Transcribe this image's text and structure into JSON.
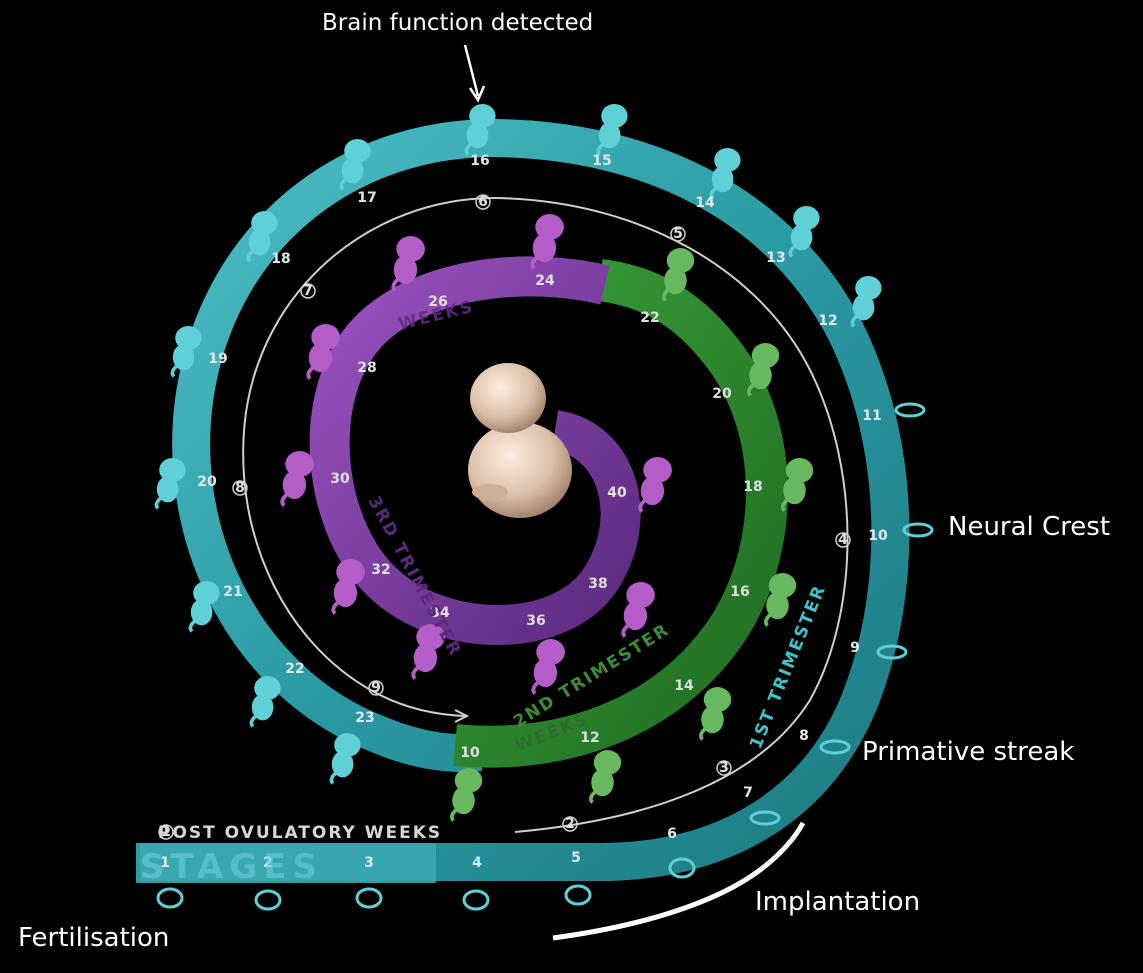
{
  "annotations": {
    "brain_function": "Brain function detected",
    "neural_crest": "Neural Crest",
    "primitive_streak": "Primative streak",
    "implantation": "Implantation",
    "fertilisation": "Fertilisation"
  },
  "labels": {
    "post_ovulatory": "POST OVULATORY WEEKS",
    "stages": "STAGES",
    "first_trimester": "1ST TRIMESTER",
    "second_trimester": "2ND TRIMESTER",
    "third_trimester": "3RD TRIMESTER",
    "weeks_green": "WEEKS",
    "weeks_purple": "WEEKS"
  },
  "stage_numbers": [
    "1",
    "2",
    "3",
    "4",
    "5",
    "6",
    "7",
    "8",
    "9",
    "10",
    "11",
    "12",
    "13",
    "14",
    "15",
    "16",
    "17",
    "18",
    "19",
    "20",
    "21",
    "22",
    "23"
  ],
  "week_markers": [
    "1",
    "2",
    "3",
    "4",
    "5",
    "6",
    "7",
    "8",
    "9"
  ],
  "green_weeks": [
    "10",
    "12",
    "14",
    "16",
    "18",
    "20",
    "22"
  ],
  "purple_weeks": [
    "24",
    "26",
    "28",
    "30",
    "32",
    "34",
    "36",
    "38",
    "40"
  ],
  "colors": {
    "background": "#000000",
    "outer_ring": "#2f9ea6",
    "green_ring": "#2f8a2b",
    "purple_ring": "#7b3a9e",
    "embryo_cyan": "#5fd0d6",
    "embryo_green": "#68b85f",
    "embryo_purple": "#b45cc8",
    "fetus": "#e8d0c0"
  }
}
